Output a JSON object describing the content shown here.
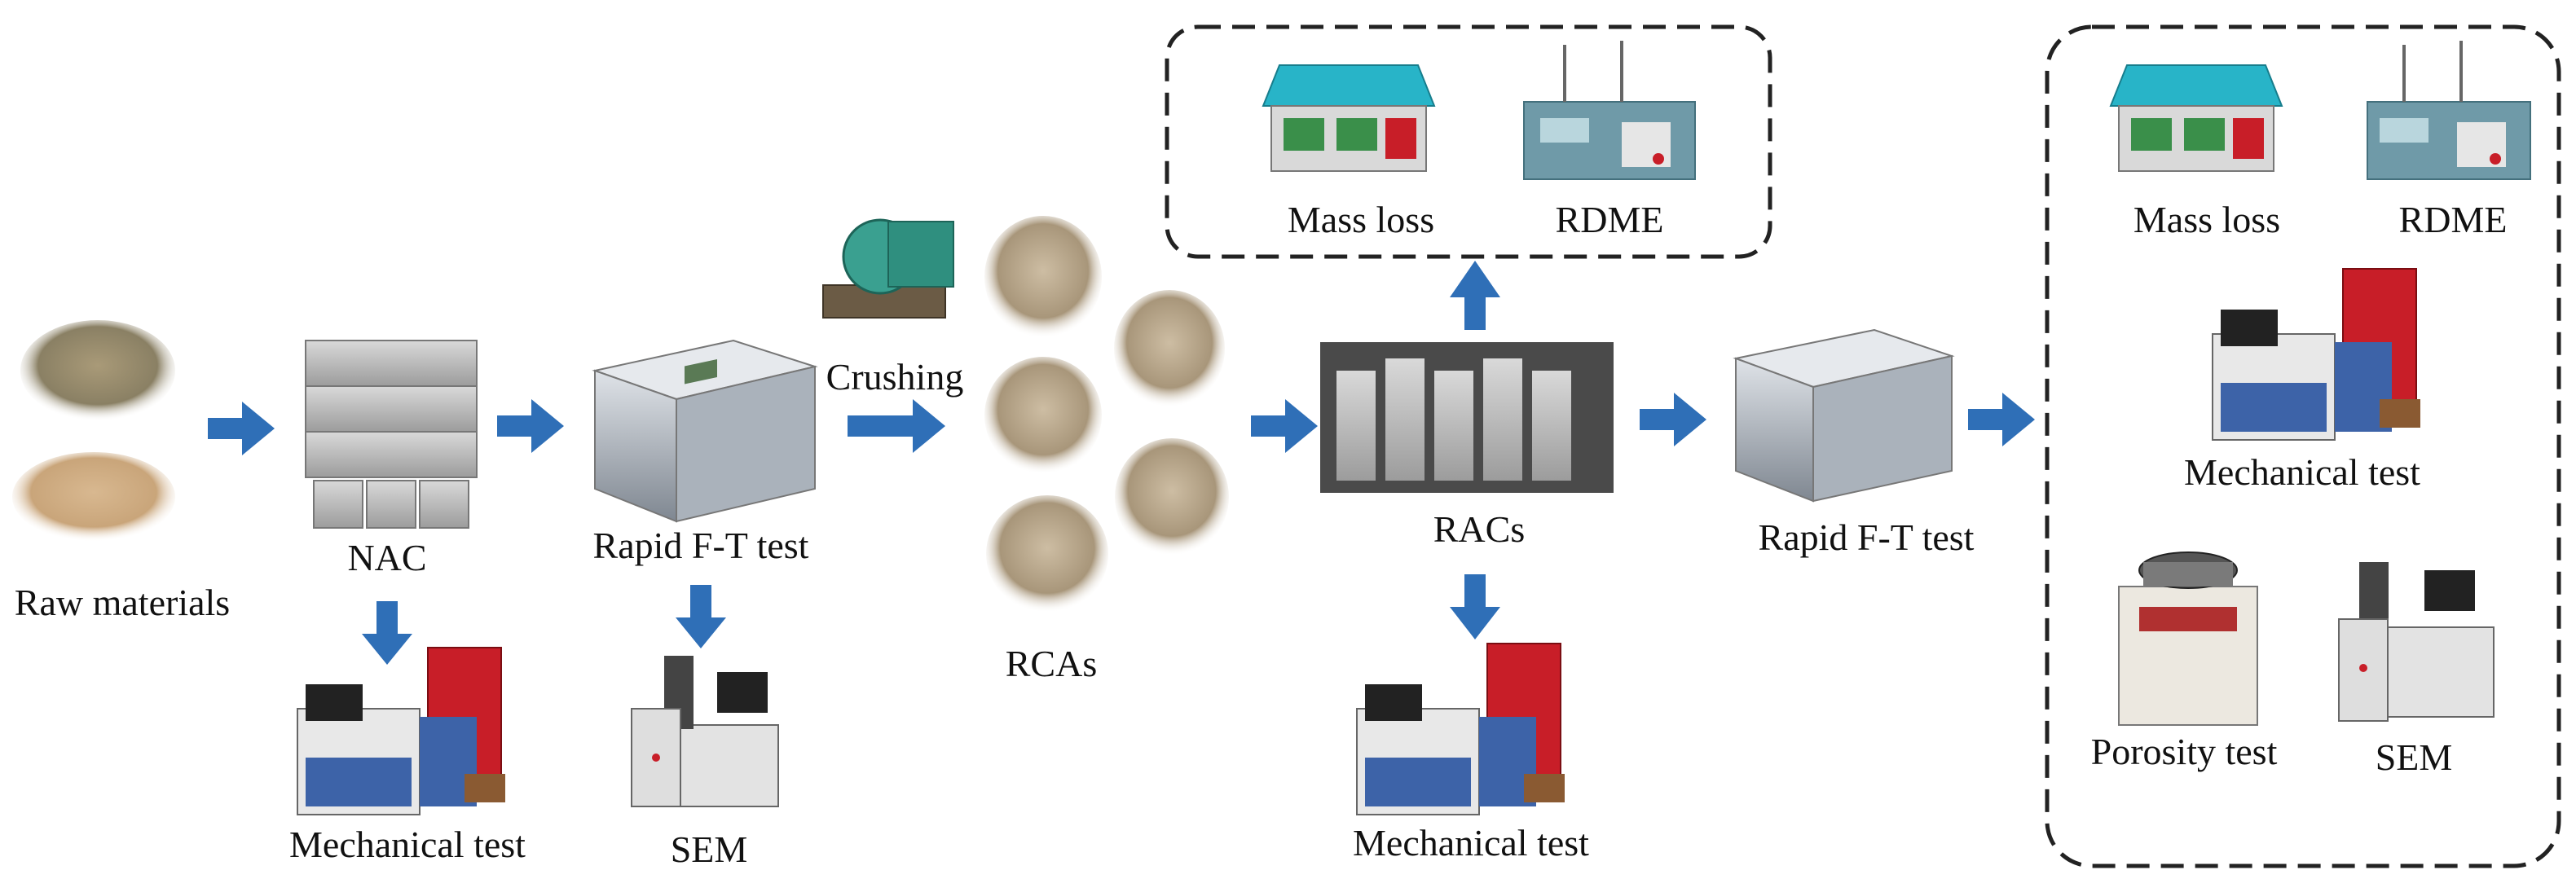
{
  "labels": {
    "raw_materials": "Raw materials",
    "nac": "NAC",
    "mech_test_1": "Mechanical test",
    "rapid_ft_1": "Rapid F-T test",
    "sem_1": "SEM",
    "crushing": "Crushing",
    "rcas": "RCAs",
    "mass_loss_1": "Mass loss",
    "rdme_1": "RDME",
    "racs": "RACs",
    "mech_test_2": "Mechanical test",
    "rapid_ft_2": "Rapid F-T test",
    "mass_loss_2": "Mass loss",
    "rdme_2": "RDME",
    "mech_test_3": "Mechanical test",
    "porosity_test": "Porosity test",
    "sem_2": "SEM"
  },
  "colors": {
    "arrow": "#2f6fb7",
    "box_border": "#222222",
    "concrete": "#c8c8c8",
    "aggregate": "#b9a888",
    "press_red": "#c81e28",
    "machine_blue": "#3d63a8",
    "scale_teal": "#28b4c8",
    "ft_metal": "#9aa3ad"
  },
  "icons": {
    "arrow": "arrow-right-icon",
    "arrow_down": "arrow-down-icon",
    "arrow_up": "arrow-up-icon"
  }
}
